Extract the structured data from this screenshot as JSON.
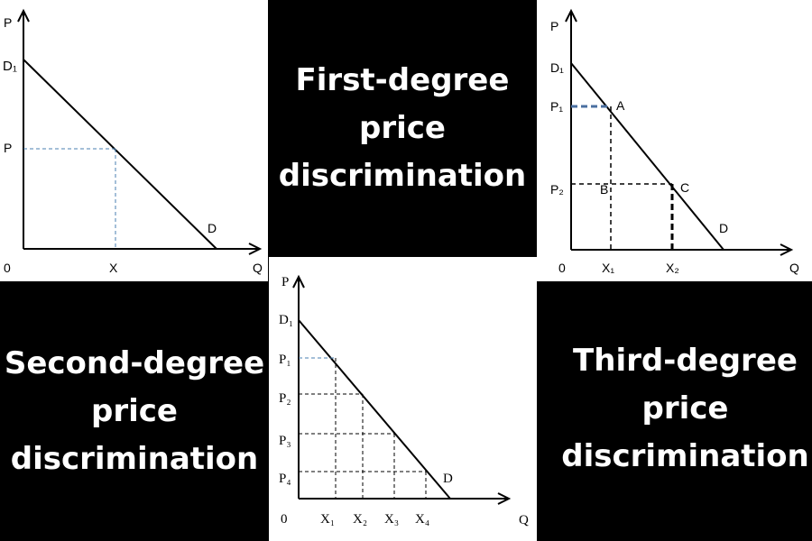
{
  "panels": {
    "first_degree": {
      "line1": "First-degree",
      "line2": "price",
      "line3": "discrimination"
    },
    "second_degree": {
      "line1": "Second-degree",
      "line2": "price",
      "line3": "discrimination"
    },
    "third_degree": {
      "line1": "Third-degree",
      "line2": "price",
      "line3": "discrimination"
    }
  },
  "graph1": {
    "p_axis": "P",
    "q_axis": "Q",
    "origin": "0",
    "demand_intercept": "D₁",
    "price": "P",
    "quantity": "X",
    "demand": "D"
  },
  "graph2": {
    "p_axis": "P",
    "q_axis": "Q",
    "origin": "0",
    "demand_intercept": "D₁",
    "prices": [
      "P₁",
      "P₂"
    ],
    "quantities": [
      "X₁",
      "X₂"
    ],
    "points": [
      "A",
      "B",
      "C"
    ],
    "demand": "D"
  },
  "graph3": {
    "p_axis": "P",
    "q_axis": "Q",
    "origin": "0",
    "demand_intercept": "D₁",
    "prices": [
      "P₁",
      "P₂",
      "P₃",
      "P₄"
    ],
    "quantities": [
      "X₁",
      "X₂",
      "X₃",
      "X₄"
    ],
    "demand": "D"
  },
  "colors": {
    "background": "#000000",
    "title_text": "#ffffff",
    "graph_bg": "#ffffff",
    "guide_blue": "#4a7fb0",
    "p1_guide": "#4a6fa0"
  }
}
